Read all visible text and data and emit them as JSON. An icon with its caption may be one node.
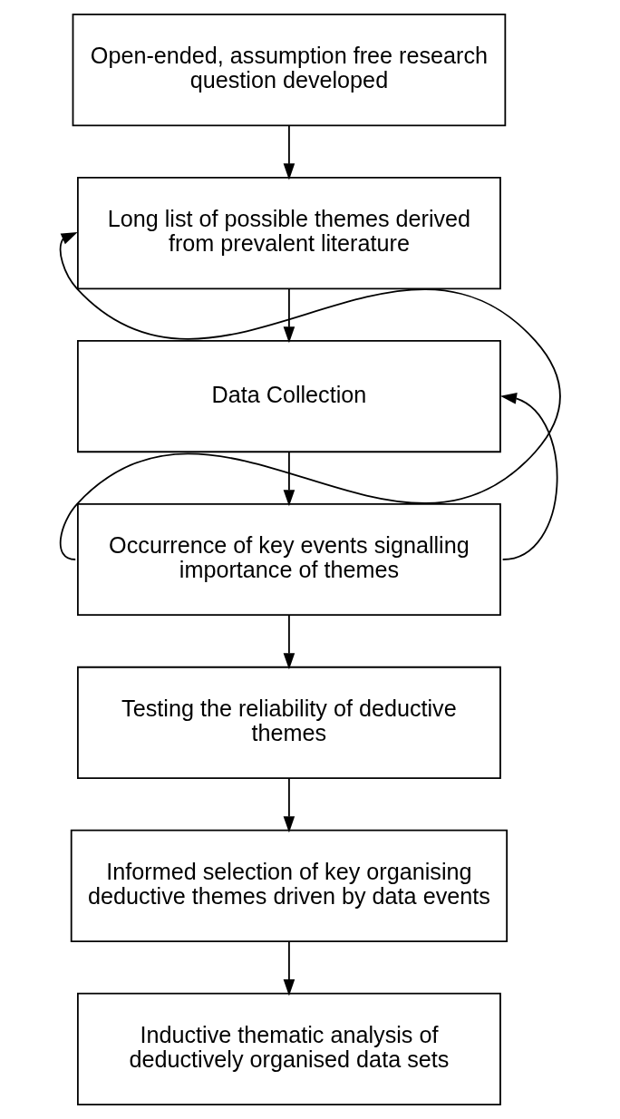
{
  "diagram": {
    "nodes": [
      {
        "text": [
          "Open-ended, assumption free research question developed"
        ]
      },
      {
        "text": [
          "Long list of possible themes derived from prevalent literature"
        ]
      },
      {
        "text": [
          "Data Collection"
        ]
      },
      {
        "text": [
          "Occurrence of key events signalling importance of themes"
        ]
      },
      {
        "text": [
          "Testing the reliability of deductive themes"
        ]
      },
      {
        "text": [
          "Informed selection of key organising deductive themes driven by data events"
        ]
      },
      {
        "text": [
          "Inductive thematic analysis of deductively organised data sets"
        ]
      }
    ],
    "edges": [
      {
        "from": 0,
        "to": 1,
        "arrow": "to"
      },
      {
        "from": 3,
        "to": 1,
        "arrow": "to"
      },
      {
        "from": 1,
        "to": 2,
        "arrow": "to"
      },
      {
        "from": 3,
        "to": 2,
        "arrow": "to"
      },
      {
        "from": 2,
        "to": 3,
        "arrow": "to"
      },
      {
        "from": 3,
        "to": 4,
        "arrow": "to"
      },
      {
        "from": 4,
        "to": 5,
        "arrow": "to"
      },
      {
        "from": 5,
        "to": 6,
        "arrow": "to"
      }
    ]
  }
}
